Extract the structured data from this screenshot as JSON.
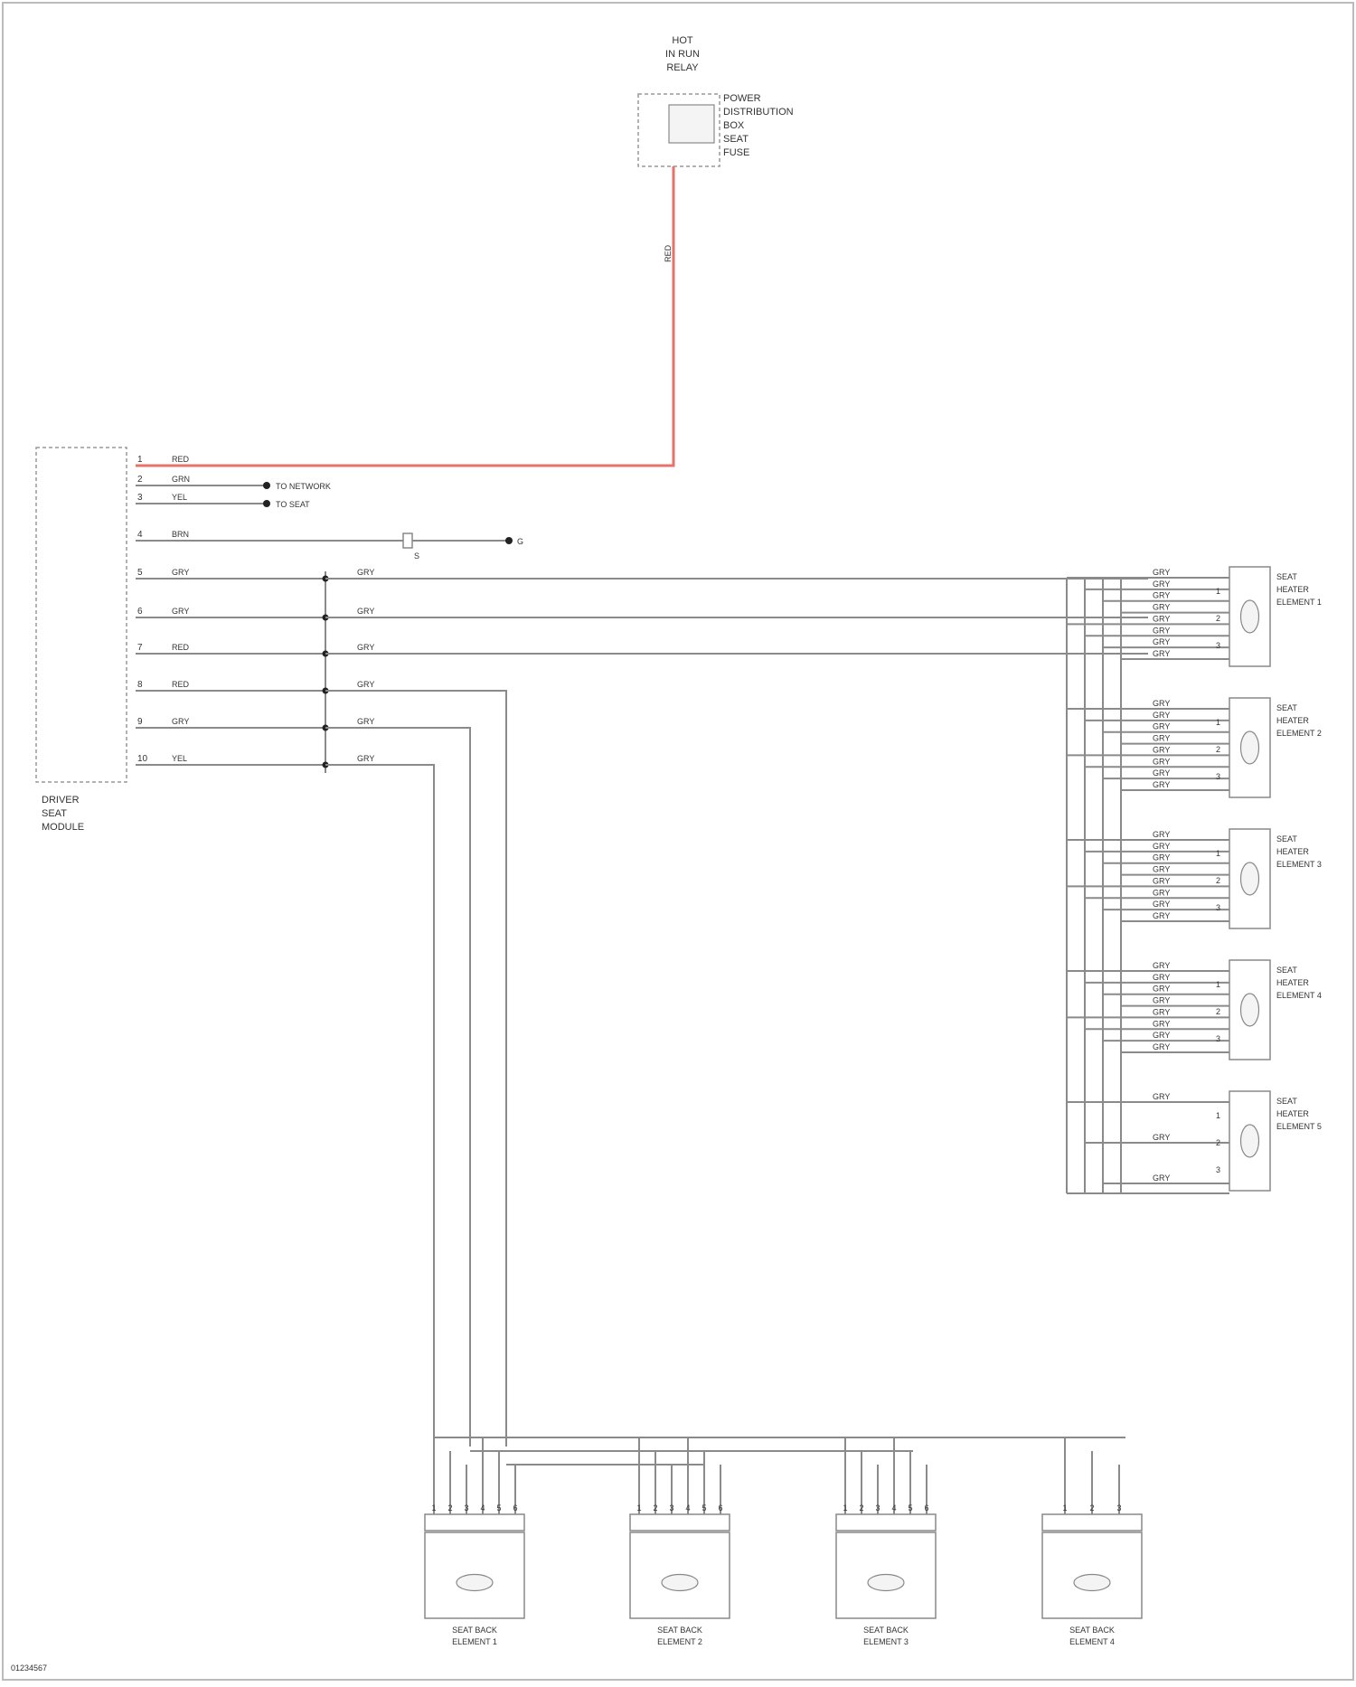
{
  "diagram": {
    "relay": {
      "title_lines": [
        "HOT",
        "IN RUN",
        "RELAY"
      ],
      "side_lines": [
        "POWER",
        "DISTRIBUTION",
        "BOX",
        "SEAT",
        "FUSE"
      ],
      "wire_label": "RED"
    },
    "module": {
      "name_lines": [
        "DRIVER",
        "SEAT",
        "MODULE"
      ],
      "pins": [
        "1",
        "2",
        "3",
        "4",
        "5",
        "6",
        "7",
        "8",
        "9",
        "10"
      ],
      "wire_labels": [
        "RED",
        "GRN",
        "YEL",
        "BRN",
        "GRY",
        "GRY",
        "RED",
        "RED",
        "GRY",
        "YEL"
      ],
      "wire_colors": [
        "#e8726a",
        "#7cc46a",
        "#d8c068",
        "#b9b27a",
        "#b7bf9a",
        "#bdbdbd",
        "#e38e8e",
        "#e38e8e",
        "#c7c9c7",
        "#d7dc8a"
      ],
      "branch_labels": [
        "TO NETWORK",
        "TO SEAT"
      ]
    },
    "splice_label": "S",
    "ground_label": "G",
    "trunk_wire_label": "GRY",
    "right_elements": [
      {
        "name_lines": [
          "SEAT",
          "HEATER",
          "ELEMENT 1"
        ],
        "pins": [
          "1",
          "2",
          "3"
        ],
        "wire_labels": [
          "GRY",
          "GRY",
          "GRY",
          "GRY",
          "GRY",
          "GRY",
          "GRY",
          "GRY"
        ]
      },
      {
        "name_lines": [
          "SEAT",
          "HEATER",
          "ELEMENT 2"
        ],
        "pins": [
          "1",
          "2",
          "3"
        ],
        "wire_labels": [
          "GRY",
          "GRY",
          "GRY",
          "GRY",
          "GRY",
          "GRY",
          "GRY",
          "GRY"
        ]
      },
      {
        "name_lines": [
          "SEAT",
          "HEATER",
          "ELEMENT 3"
        ],
        "pins": [
          "1",
          "2",
          "3"
        ],
        "wire_labels": [
          "GRY",
          "GRY",
          "GRY",
          "GRY",
          "GRY",
          "GRY",
          "GRY",
          "GRY"
        ]
      },
      {
        "name_lines": [
          "SEAT",
          "HEATER",
          "ELEMENT 4"
        ],
        "pins": [
          "1",
          "2",
          "3"
        ],
        "wire_labels": [
          "GRY",
          "GRY",
          "GRY",
          "GRY",
          "GRY",
          "GRY",
          "GRY",
          "GRY"
        ]
      },
      {
        "name_lines": [
          "SEAT",
          "HEATER",
          "ELEMENT 5"
        ],
        "pins": [
          "1",
          "2",
          "3"
        ],
        "wire_labels": [
          "GRY",
          "GRY",
          "GRY"
        ]
      }
    ],
    "bottom_elements": [
      {
        "name_lines": [
          "SEAT BACK",
          "ELEMENT 1"
        ],
        "pins": [
          "1",
          "2",
          "3",
          "4",
          "5",
          "6"
        ]
      },
      {
        "name_lines": [
          "SEAT BACK",
          "ELEMENT 2"
        ],
        "pins": [
          "1",
          "2",
          "3",
          "4",
          "5",
          "6"
        ]
      },
      {
        "name_lines": [
          "SEAT BACK",
          "ELEMENT 3"
        ],
        "pins": [
          "1",
          "2",
          "3",
          "4",
          "5",
          "6"
        ]
      },
      {
        "name_lines": [
          "SEAT BACK",
          "ELEMENT 4"
        ],
        "pins": [
          "1",
          "2",
          "3"
        ]
      }
    ],
    "footer_id": "01234567"
  }
}
